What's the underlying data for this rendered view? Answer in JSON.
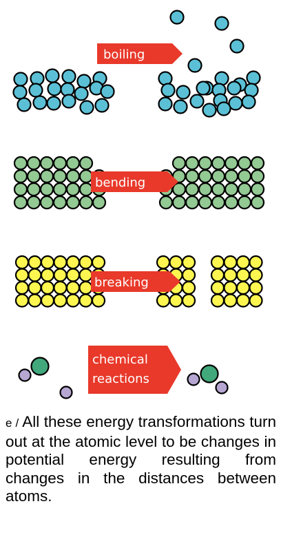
{
  "processes": [
    {
      "id": "boiling",
      "label": "boiling",
      "atom_color": "#5bc0d6"
    },
    {
      "id": "bending",
      "label": "bending",
      "atom_color": "#93c993"
    },
    {
      "id": "breaking",
      "label": "breaking",
      "atom_color": "#fdf650"
    },
    {
      "id": "chemical",
      "label_line1": "chemical",
      "label_line2": "reactions",
      "atom_colors": {
        "small": "#b6a6d2",
        "large": "#41a87b"
      }
    }
  ],
  "arrow_color": "#e8392a",
  "caption": {
    "label": "e / ",
    "text": "All these energy transfor­mations turn out at the atomic level to be changes in potential energy resulting from changes in the distances between atoms."
  }
}
